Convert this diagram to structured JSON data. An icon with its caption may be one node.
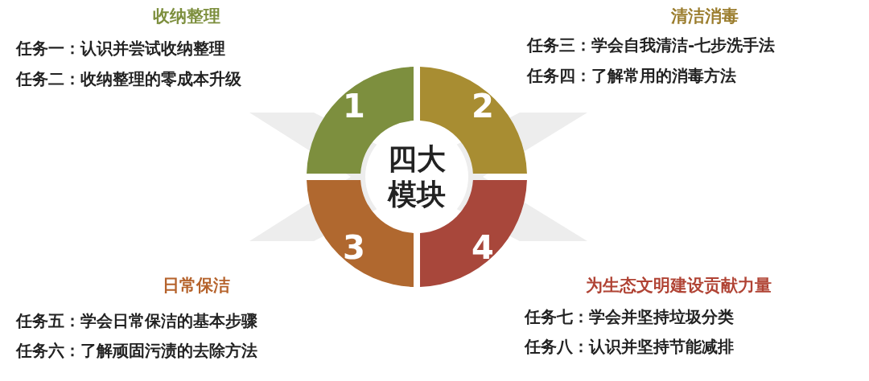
{
  "diagram": {
    "nodes": [
      {
        "text": [
          "四大模块"
        ]
      },
      {
        "text": [
          "1"
        ]
      },
      {
        "text": [
          "2"
        ]
      },
      {
        "text": [
          "3"
        ]
      },
      {
        "text": [
          "4"
        ]
      }
    ],
    "labels": [
      "收纳整理",
      "任务一：认识并尝试收纳整理",
      "任务二：收纳整理的零成本升级",
      "清洁消毒",
      "任务三：学会自我清洁-七步洗手法",
      "任务四：了解常用的消毒方法",
      "日常保洁",
      "任务五：学会日常保洁的基本步骤",
      "任务六：了解顽固污渍的去除方法",
      "为生态文明建设贡献力量",
      "任务七：学会并坚持垃圾分类",
      "任务八：认识并坚持节能减排"
    ]
  }
}
